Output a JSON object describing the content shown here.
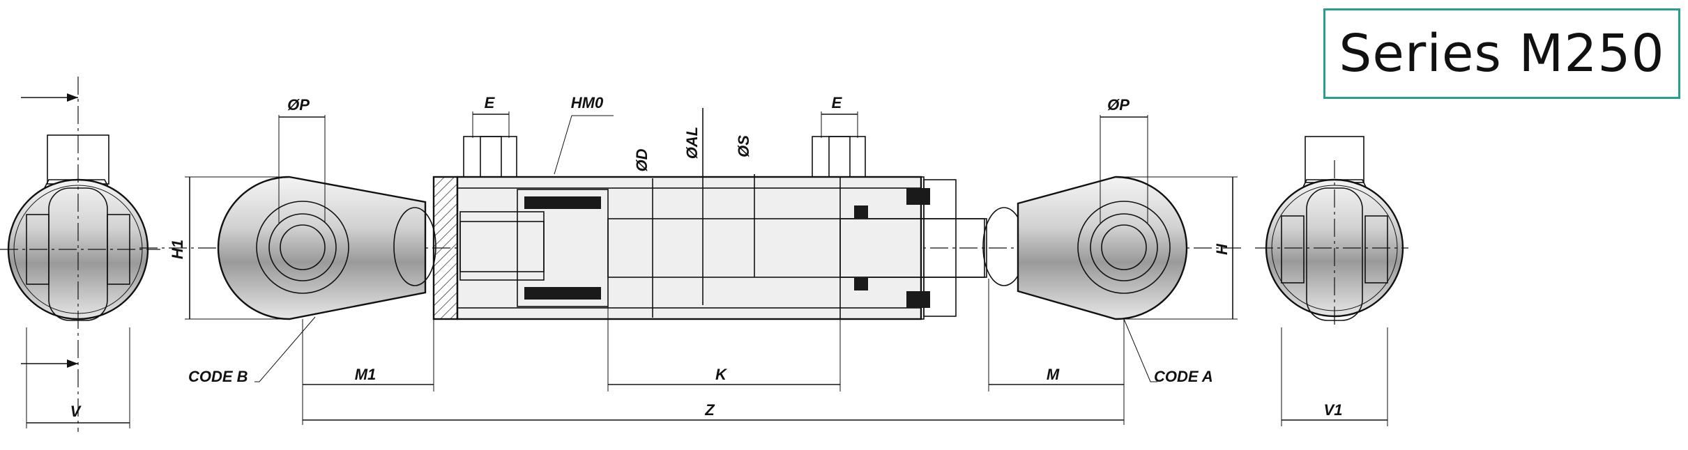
{
  "title": "Series M250",
  "labels": {
    "phi_p": "ØP",
    "e": "E",
    "hm0": "HM0",
    "phi_d": "ØD",
    "phi_al": "ØAL",
    "phi_s": "ØS",
    "h1": "H1",
    "h": "H",
    "code_b": "CODE B",
    "code_a": "CODE A",
    "m1": "M1",
    "k": "K",
    "m": "M",
    "z": "Z",
    "v": "V",
    "v1": "V1"
  },
  "colors": {
    "frame": "#2a9d8f",
    "line": "#111111",
    "metal": "#c9c9c9",
    "seal": "#1a1a1a"
  }
}
